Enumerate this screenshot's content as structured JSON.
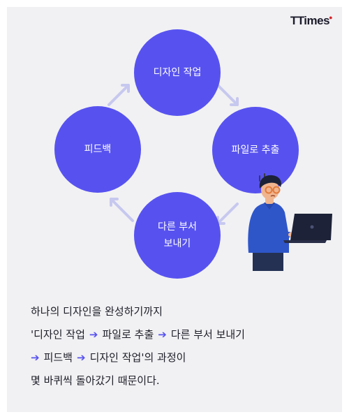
{
  "logo": {
    "text": "TTimes"
  },
  "diagram": {
    "steps": {
      "design": "디자인 작업",
      "export": "파일로 추출",
      "deliver": "다른 부서\n보내기",
      "feedback": "피드백"
    }
  },
  "description": {
    "line1": "하나의 디자인을 완성하기까지",
    "line2": {
      "part1": "'디자인 작업",
      "part2": "파일로 추출",
      "part3": "다른 부서 보내기"
    },
    "line3": {
      "part1": "피드백",
      "part2": "디자인 작업'의 과정이"
    },
    "line4": "몇 바퀴씩 돌아갔기 때문이다.",
    "arrow_glyph": "➔"
  },
  "colors": {
    "accent": "#5752ef",
    "card_background": "#f1f1f3",
    "cycle_arrow": "#c7c8ef",
    "text": "#1d1d28"
  }
}
